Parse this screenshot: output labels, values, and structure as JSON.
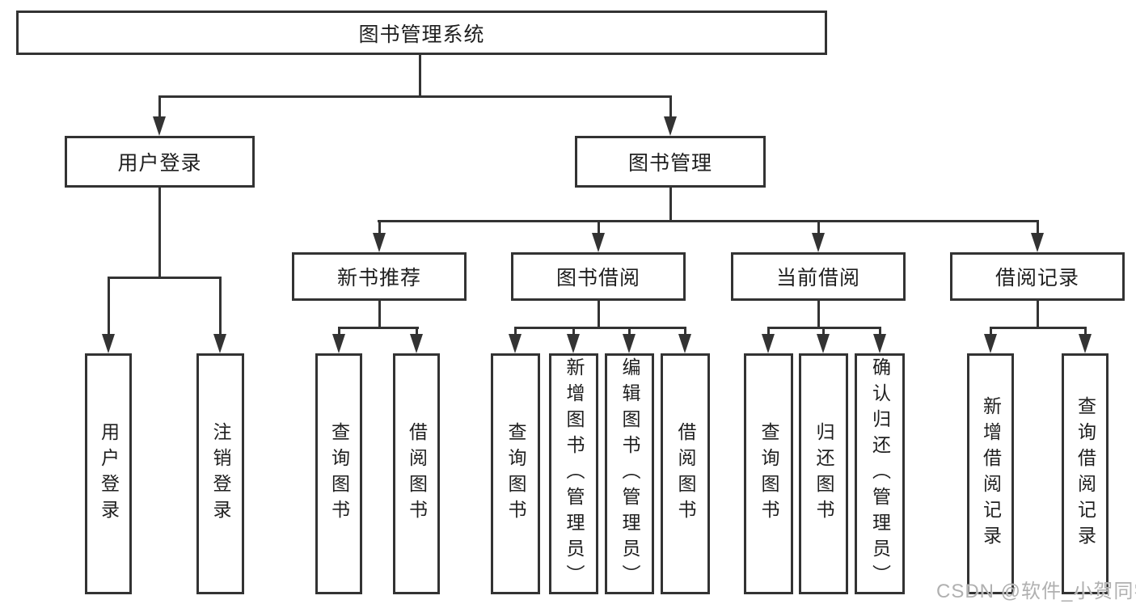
{
  "diagram": {
    "root": {
      "label": "图书管理系统"
    },
    "level2": [
      {
        "label": "用户登录"
      },
      {
        "label": "图书管理"
      }
    ],
    "level3": [
      {
        "label": "新书推荐",
        "parent": "图书管理"
      },
      {
        "label": "图书借阅",
        "parent": "图书管理"
      },
      {
        "label": "当前借阅",
        "parent": "图书管理"
      },
      {
        "label": "借阅记录",
        "parent": "图书管理"
      }
    ],
    "leaves": [
      {
        "label": "用户登录",
        "parent": "用户登录"
      },
      {
        "label": "注销登录",
        "parent": "用户登录"
      },
      {
        "label": "查询图书",
        "parent": "新书推荐"
      },
      {
        "label": "借阅图书",
        "parent": "新书推荐"
      },
      {
        "label": "查询图书",
        "parent": "图书借阅"
      },
      {
        "label": "新增图书（管理员）",
        "parent": "图书借阅"
      },
      {
        "label": "编辑图书（管理员）",
        "parent": "图书借阅"
      },
      {
        "label": "借阅图书",
        "parent": "图书借阅"
      },
      {
        "label": "查询图书",
        "parent": "当前借阅"
      },
      {
        "label": "归还图书",
        "parent": "当前借阅"
      },
      {
        "label": "确认归还（管理员）",
        "parent": "当前借阅"
      },
      {
        "label": "新增借阅记录",
        "parent": "借阅记录"
      },
      {
        "label": "查询借阅记录",
        "parent": "借阅记录"
      }
    ],
    "colors": {
      "line": "#333333",
      "box_fill": "#ffffff",
      "text": "#1f1f1f"
    }
  },
  "watermark": {
    "text": "CSDN @软件_小贺同学",
    "color": "#b0b0b0"
  }
}
